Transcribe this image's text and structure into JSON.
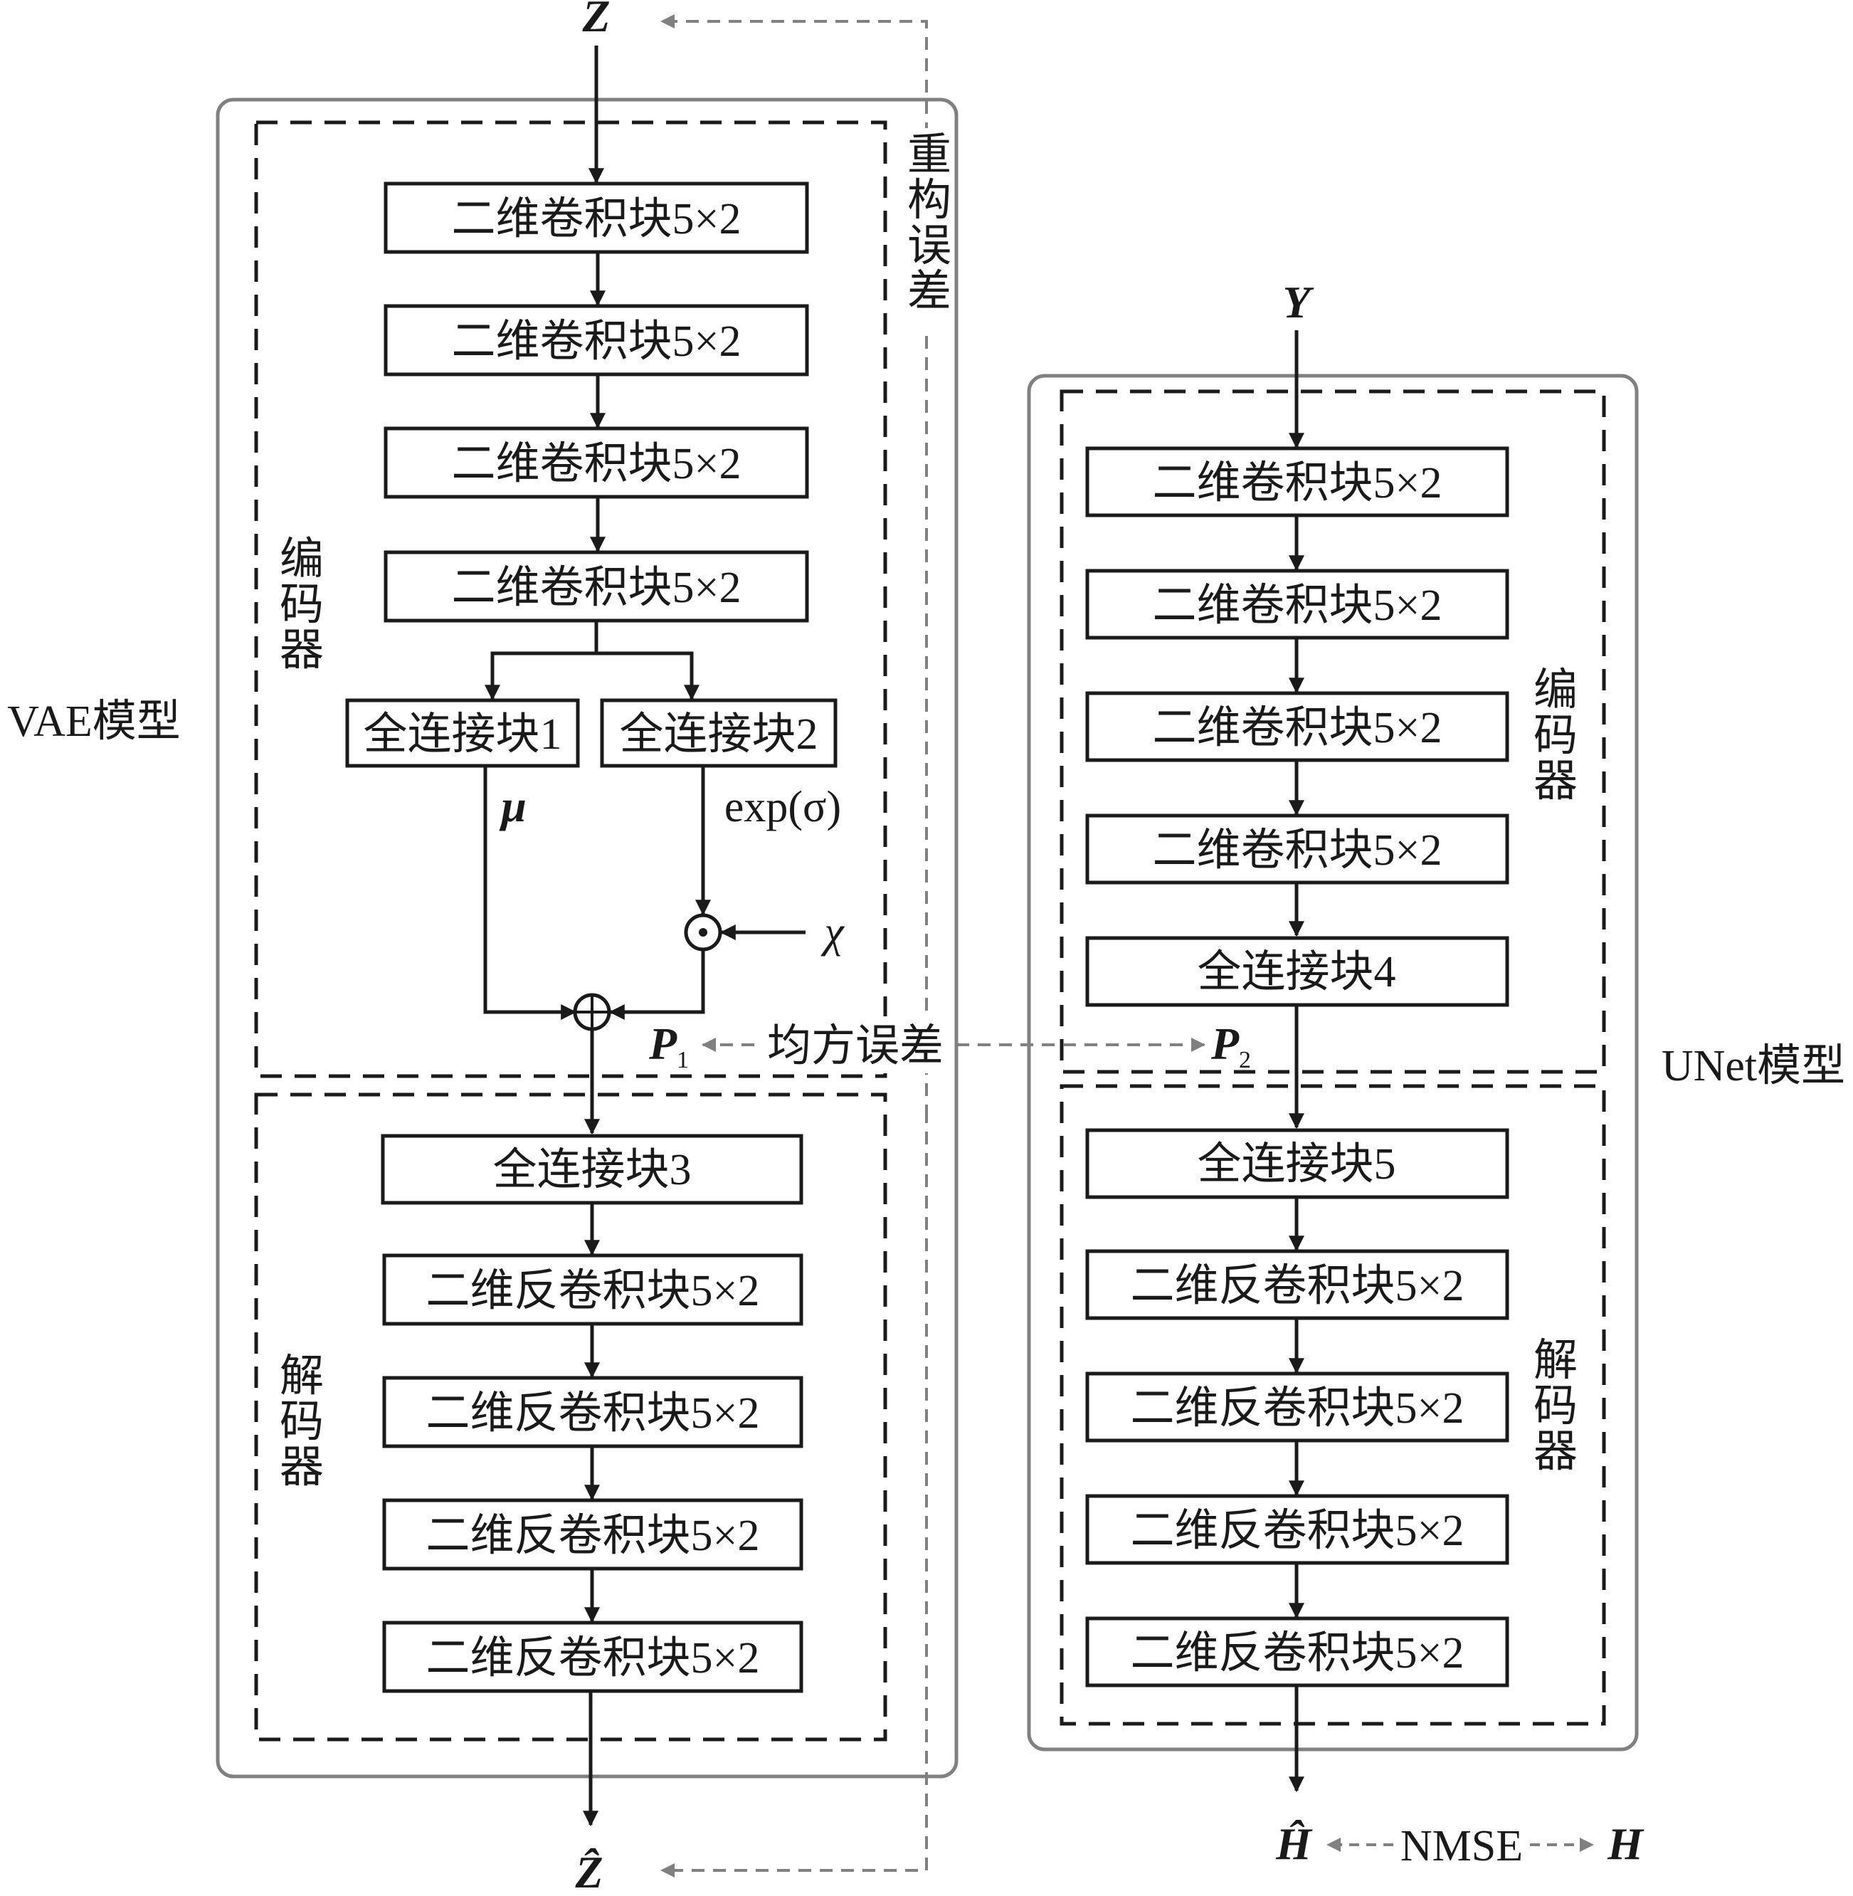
{
  "vae": {
    "label": "VAE模型",
    "input": "Z",
    "output": "Ẑ",
    "recon_error": "重构误差",
    "encoder_label": "编码器",
    "decoder_label": "解码器",
    "encoder_blocks": [
      "二维卷积块5×2",
      "二维卷积块5×2",
      "二维卷积块5×2",
      "二维卷积块5×2"
    ],
    "fc1": "全连接块1",
    "fc2": "全连接块2",
    "mu": "μ",
    "exp_sigma": "exp(σ)",
    "chi": "χ",
    "latent": "P",
    "latent_sub": "1",
    "fc3": "全连接块3",
    "decoder_blocks": [
      "二维反卷积块5×2",
      "二维反卷积块5×2",
      "二维反卷积块5×2",
      "二维反卷积块5×2"
    ]
  },
  "mse_label": "均方误差",
  "unet": {
    "label": "UNet模型",
    "input": "Y",
    "encoder_label": "编码器",
    "decoder_label": "解码器",
    "encoder_blocks": [
      "二维卷积块5×2",
      "二维卷积块5×2",
      "二维卷积块5×2",
      "二维卷积块5×2"
    ],
    "fc4": "全连接块4",
    "latent": "P",
    "latent_sub": "2",
    "fc5": "全连接块5",
    "decoder_blocks": [
      "二维反卷积块5×2",
      "二维反卷积块5×2",
      "二维反卷积块5×2",
      "二维反卷积块5×2"
    ],
    "output": "Ĥ",
    "target": "H",
    "nmse": "NMSE"
  },
  "colors": {
    "line": "#1a1a1a",
    "grey": "#808080"
  }
}
